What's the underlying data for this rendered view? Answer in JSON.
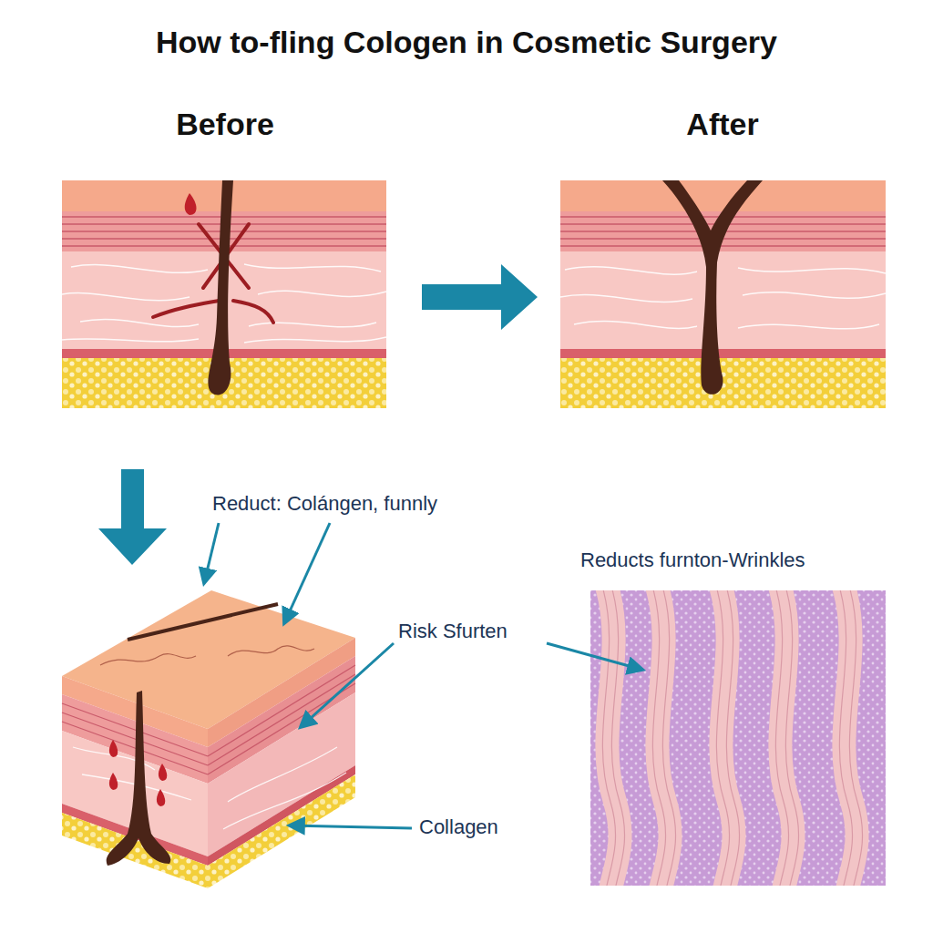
{
  "diagram": {
    "title": "How to-fling Cologen in Cosmetic Surgery",
    "labels": [
      "Before",
      "After",
      "Reduct: Colángen, funnly",
      "Risk Sfurten",
      "Collagen",
      "Reducts furnton-Wrinkles"
    ]
  }
}
